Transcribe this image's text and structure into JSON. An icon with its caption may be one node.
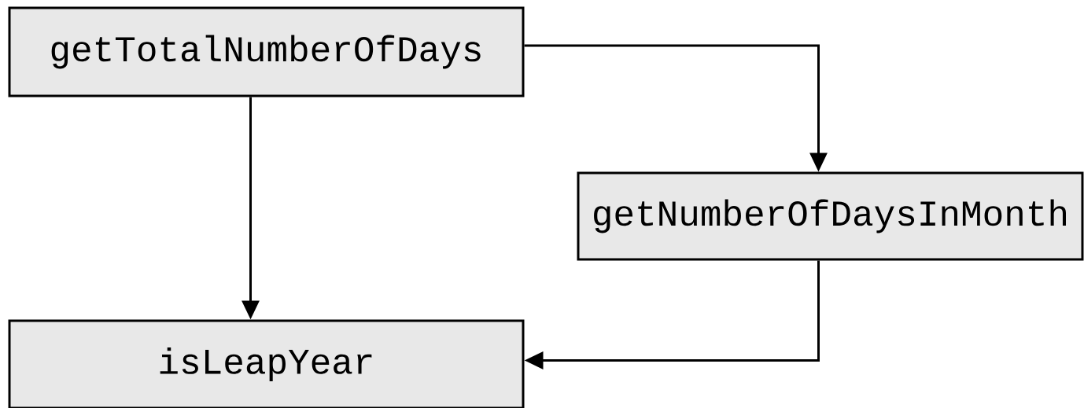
{
  "diagram": {
    "nodes": [
      {
        "text": [
          "getTotalNumberOfDays"
        ]
      },
      {
        "text": [
          "getNumberOfDaysInMonth"
        ]
      },
      {
        "text": [
          "isLeapYear"
        ]
      }
    ],
    "edges": [
      {
        "from": 0,
        "to": 1,
        "arrow": "to"
      },
      {
        "from": 0,
        "to": 2,
        "arrow": "to"
      },
      {
        "from": 1,
        "to": 2,
        "arrow": "to"
      }
    ]
  }
}
